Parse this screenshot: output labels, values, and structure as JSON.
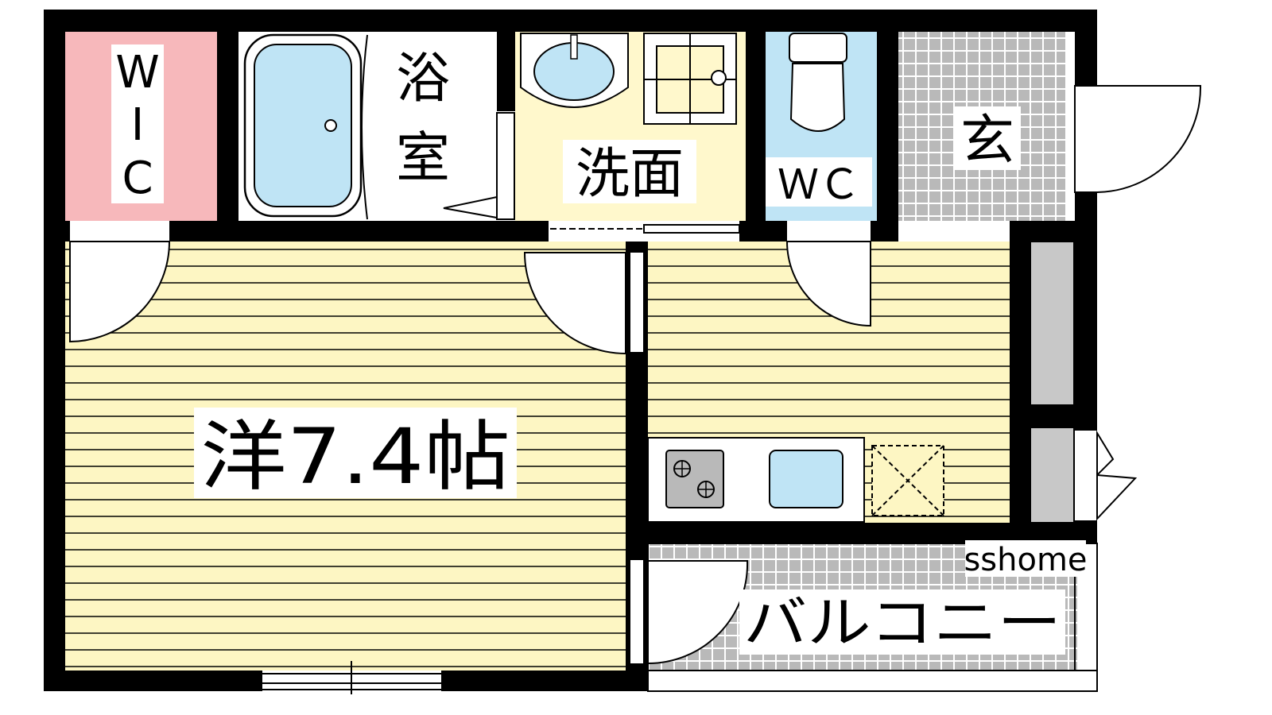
{
  "rooms": {
    "wic": {
      "label_chars": [
        "W",
        "I",
        "C"
      ]
    },
    "bath": {
      "label_chars": [
        "浴",
        "室"
      ]
    },
    "washroom": {
      "label": "洗面"
    },
    "toilet": {
      "label": "ＷＣ"
    },
    "entrance": {
      "label": "玄"
    },
    "western_room": {
      "label": "洋7.4帖"
    },
    "balcony": {
      "label": "バルコニー"
    }
  },
  "watermark": "sshome",
  "colors": {
    "wall": "#000000",
    "wic_fill": "#f7b8bb",
    "fixture_blue": "#bfe4f5",
    "washroom_fill": "#fff8cc",
    "floor_yellow": "#fdf6c3",
    "tile_gray": "#b9b9b9",
    "closet_gray": "#c8c8c8"
  }
}
